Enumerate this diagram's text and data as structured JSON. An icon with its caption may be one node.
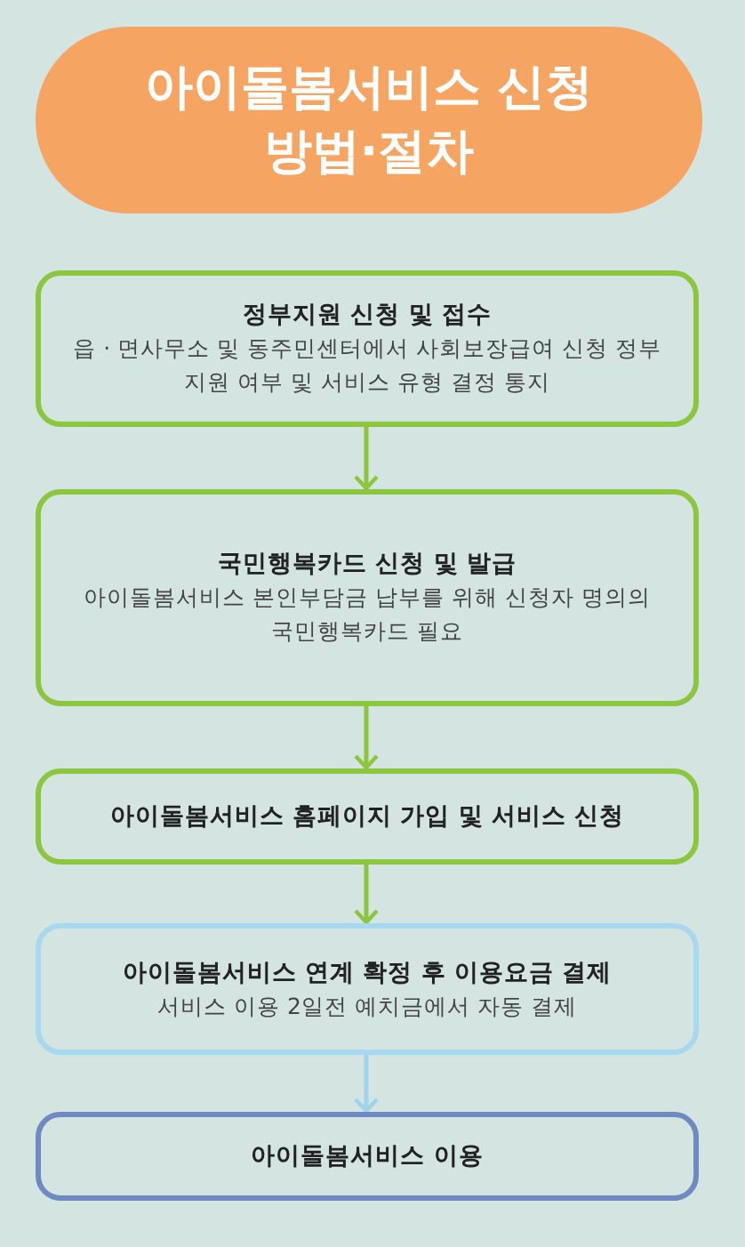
{
  "diagram": {
    "title": "아이돌봄서비스 신청 방법·절차",
    "nodes": [
      {
        "text": [
          "정부지원 신청 및 접수",
          "읍 · 면사무소 및 동주민센터에서 사회보장급여 신청 정부지원 여부 및 서비스 유형 결정 통지"
        ]
      },
      {
        "text": [
          "국민행복카드 신청 및 발급",
          "아이돌봄서비스 본인부담금 납부를 위해 신청자 명의의 국민행복카드 필요"
        ]
      },
      {
        "text": [
          "아이돌봄서비스 홈페이지 가입 및 서비스 신청"
        ]
      },
      {
        "text": [
          "아이돌봄서비스 연계 확정 후 이용요금 결제",
          "서비스 이용 2일전 예치금에서 자동 결제"
        ]
      },
      {
        "text": [
          "아이돌봄서비스 이용"
        ]
      }
    ],
    "edges": [
      {
        "from": 0,
        "to": 1,
        "arrow": "to"
      },
      {
        "from": 1,
        "to": 2,
        "arrow": "to"
      },
      {
        "from": 2,
        "to": 3,
        "arrow": "to"
      },
      {
        "from": 3,
        "to": 4,
        "arrow": "to",
        "color": "#9fd3ec"
      }
    ]
  }
}
